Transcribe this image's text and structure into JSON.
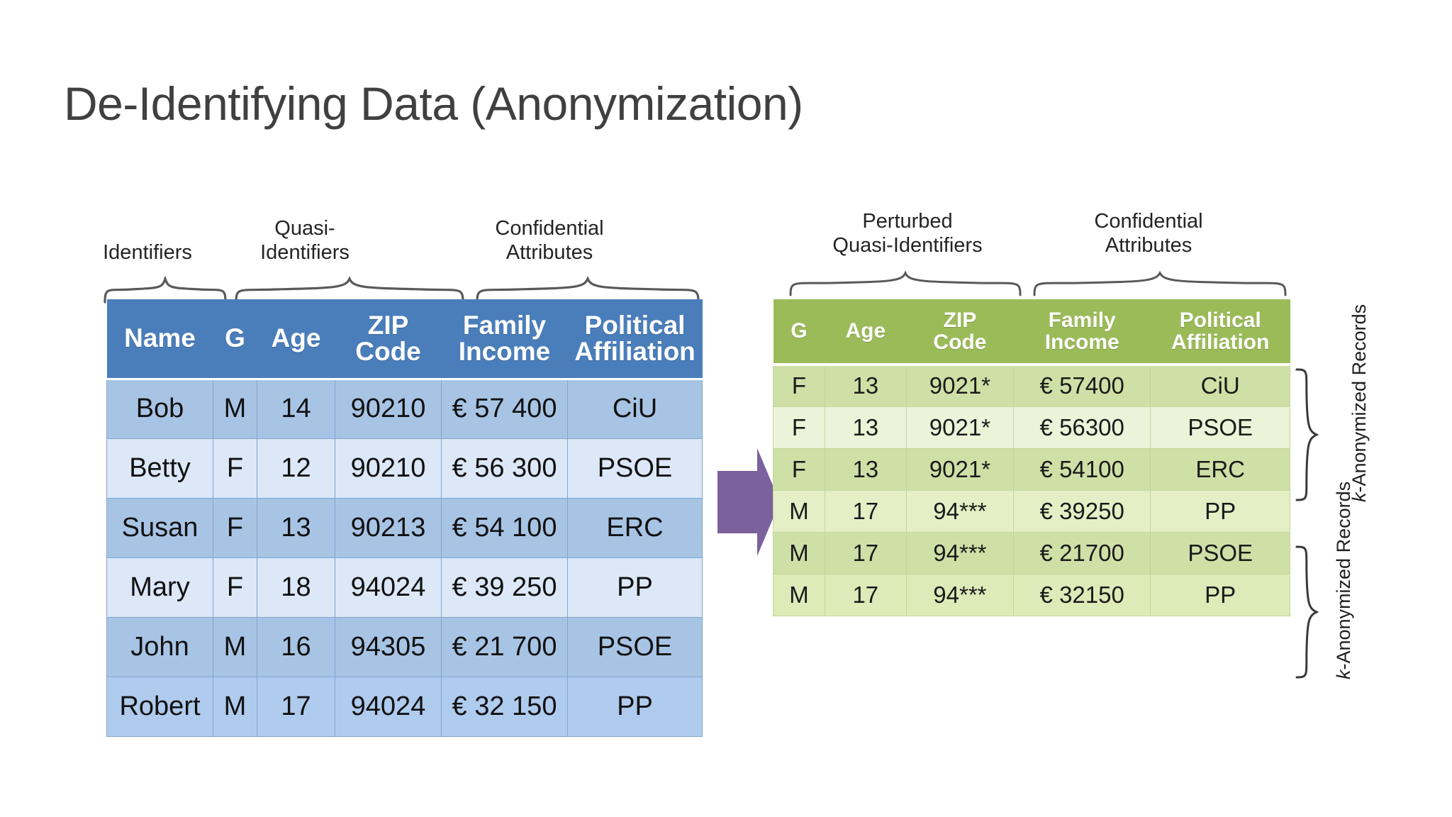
{
  "slide": {
    "title": "De-Identifying Data (Anonymization)",
    "background_color": "#ffffff",
    "title_color": "#404040"
  },
  "colors": {
    "original_header": "#4A7EBB",
    "original_row_a": "#A8C4E5",
    "original_row_b": "#DCE8F7",
    "anon_header": "#9BBB59",
    "anon_row_a": "#CFE0A6",
    "anon_row_b": "#EBF3D8",
    "arrow": "#7B619E",
    "brace": "#595959"
  },
  "original_table": {
    "group_captions": [
      {
        "label": "Identifiers"
      },
      {
        "label": "Quasi-\nIdentifiers"
      },
      {
        "label": "Confidential\nAttributes"
      }
    ],
    "columns": [
      "Name",
      "G",
      "Age",
      "ZIP\nCode",
      "Family\nIncome",
      "Political\nAffiliation"
    ],
    "rows": [
      {
        "name": "Bob",
        "g": "M",
        "age": "14",
        "zip": "90210",
        "income": "€ 57 400",
        "party": "CiU"
      },
      {
        "name": "Betty",
        "g": "F",
        "age": "12",
        "zip": "90210",
        "income": "€ 56 300",
        "party": "PSOE"
      },
      {
        "name": "Susan",
        "g": "F",
        "age": "13",
        "zip": "90213",
        "income": "€ 54 100",
        "party": "ERC"
      },
      {
        "name": "Mary",
        "g": "F",
        "age": "18",
        "zip": "94024",
        "income": "€ 39 250",
        "party": "PP"
      },
      {
        "name": "John",
        "g": "M",
        "age": "16",
        "zip": "94305",
        "income": "€ 21 700",
        "party": "PSOE"
      },
      {
        "name": "Robert",
        "g": "M",
        "age": "17",
        "zip": "94024",
        "income": "€ 32 150",
        "party": "PP"
      }
    ]
  },
  "anonymized_table": {
    "group_captions": [
      {
        "label": "Perturbed\nQuasi-Identifiers"
      },
      {
        "label": "Confidential\nAttributes"
      }
    ],
    "columns": [
      "G",
      "Age",
      "ZIP\nCode",
      "Family\nIncome",
      "Political\nAffiliation"
    ],
    "rows": [
      {
        "g": "F",
        "age": "13",
        "zip": "9021*",
        "income": "€ 57400",
        "party": "CiU"
      },
      {
        "g": "F",
        "age": "13",
        "zip": "9021*",
        "income": "€ 56300",
        "party": "PSOE"
      },
      {
        "g": "F",
        "age": "13",
        "zip": "9021*",
        "income": "€ 54100",
        "party": "ERC"
      },
      {
        "g": "M",
        "age": "17",
        "zip": "94***",
        "income": "€ 39250",
        "party": "PP"
      },
      {
        "g": "M",
        "age": "17",
        "zip": "94***",
        "income": "€ 21700",
        "party": "PSOE"
      },
      {
        "g": "M",
        "age": "17",
        "zip": "94***",
        "income": "€ 32150",
        "party": "PP"
      }
    ],
    "record_group_labels": [
      {
        "prefix": "k",
        "suffix": "-Anonymized Records"
      },
      {
        "prefix": "k",
        "suffix": "-Anonymized Records"
      }
    ]
  },
  "arrow": {
    "name": "transformation-arrow",
    "direction": "right"
  }
}
